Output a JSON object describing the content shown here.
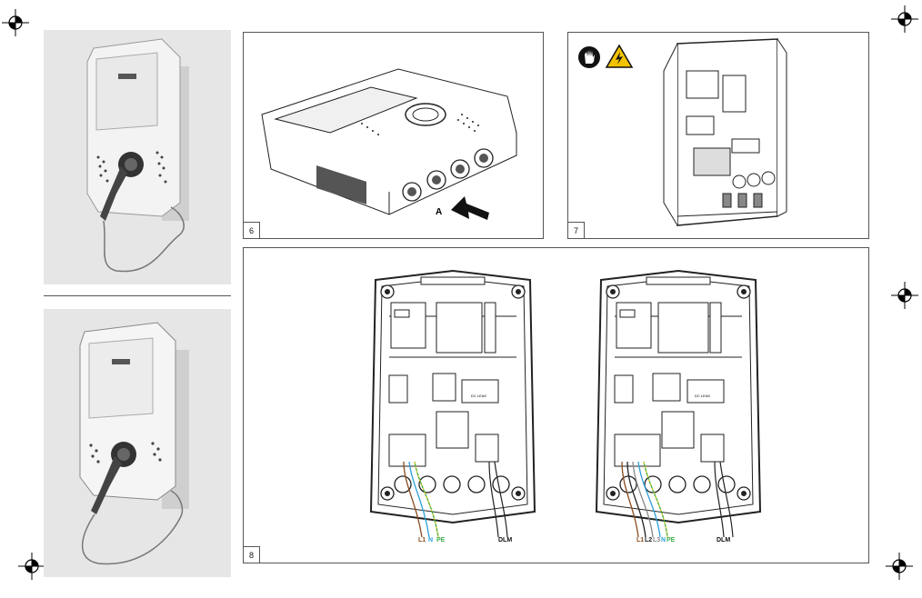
{
  "figures": {
    "fig6": {
      "number": "6",
      "callout": "A"
    },
    "fig7": {
      "number": "7"
    },
    "fig8": {
      "number": "8",
      "left": {
        "L1": "L1",
        "N": "N",
        "PE": "PE",
        "DLM": "DLM",
        "module_label": "DC LEAK"
      },
      "right": {
        "L1": "L1",
        "L2": "L2",
        "L3": "L3",
        "N": "N",
        "PE": "PE",
        "DLM": "DLM",
        "module_label": "DC LEAK"
      }
    }
  },
  "colors": {
    "brown": "#8a4b1d",
    "black": "#222222",
    "grey": "#888888",
    "blue": "#2c9fd8",
    "green": "#3cae49",
    "yellow": "#d8c81e",
    "warning": "#f3c300"
  },
  "icons": [
    "registration-mark-icon",
    "gloves-icon",
    "electrical-hazard-icon",
    "arrow-icon"
  ]
}
